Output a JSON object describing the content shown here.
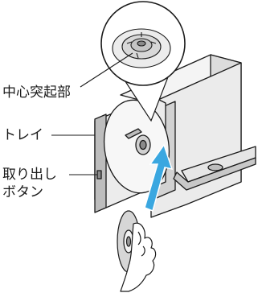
{
  "labels": {
    "center_protrusion": "中心突起部",
    "tray": "トレイ",
    "eject_button_line1": "取り出し",
    "eject_button_line2": "ボタン"
  },
  "colors": {
    "line": "#1a1a1a",
    "arrow": "#3aa7e0",
    "shade_light": "#e6e6e6",
    "shade_mid": "#bdbdbd",
    "shade_dark": "#8a8a8a"
  }
}
